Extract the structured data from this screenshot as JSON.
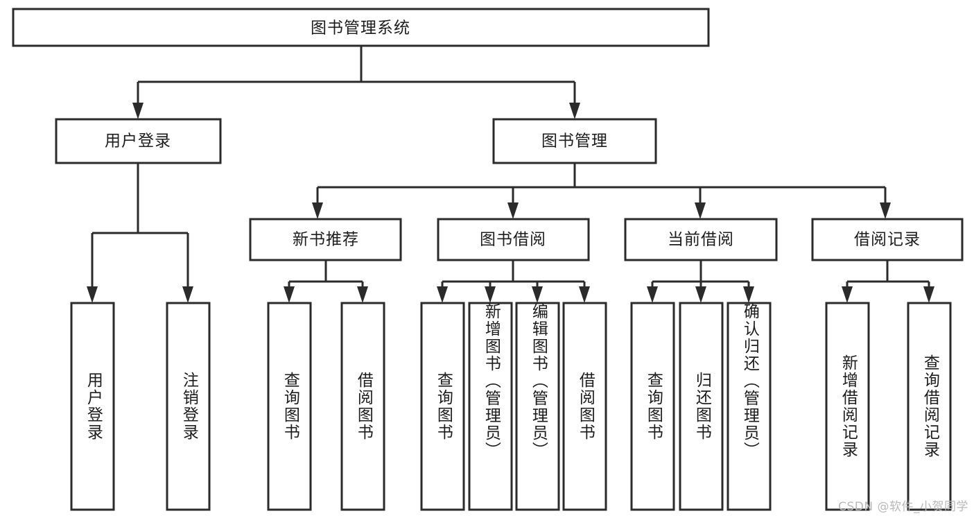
{
  "diagram": {
    "title": "图书管理系统",
    "type": "hierarchy-tree",
    "background_color": "#ffffff",
    "line_color": "#2b2b2b",
    "text_color": "#1c1c1c"
  },
  "root": {
    "label": "图书管理系统"
  },
  "level1": [
    {
      "label": "用户登录"
    },
    {
      "label": "图书管理"
    }
  ],
  "level2": [
    {
      "label": "新书推荐"
    },
    {
      "label": "图书借阅"
    },
    {
      "label": "当前借阅"
    },
    {
      "label": "借阅记录"
    }
  ],
  "leaves": {
    "user_login": [
      {
        "label": "用户登录"
      },
      {
        "label": "注销登录"
      }
    ],
    "new_book_recommend": [
      {
        "label": "查询图书"
      },
      {
        "label": "借阅图书"
      }
    ],
    "book_borrow": [
      {
        "label": "查询图书"
      },
      {
        "label": "新增图书（管理员）"
      },
      {
        "label": "编辑图书（管理员）"
      },
      {
        "label": "借阅图书"
      }
    ],
    "current_borrow": [
      {
        "label": "查询图书"
      },
      {
        "label": "归还图书"
      },
      {
        "label": "确认归还（管理员）"
      }
    ],
    "borrow_record": [
      {
        "label": "新增借阅记录"
      },
      {
        "label": "查询借阅记录"
      }
    ]
  },
  "watermark": {
    "text": "CSDN @软件_小贺同学"
  }
}
